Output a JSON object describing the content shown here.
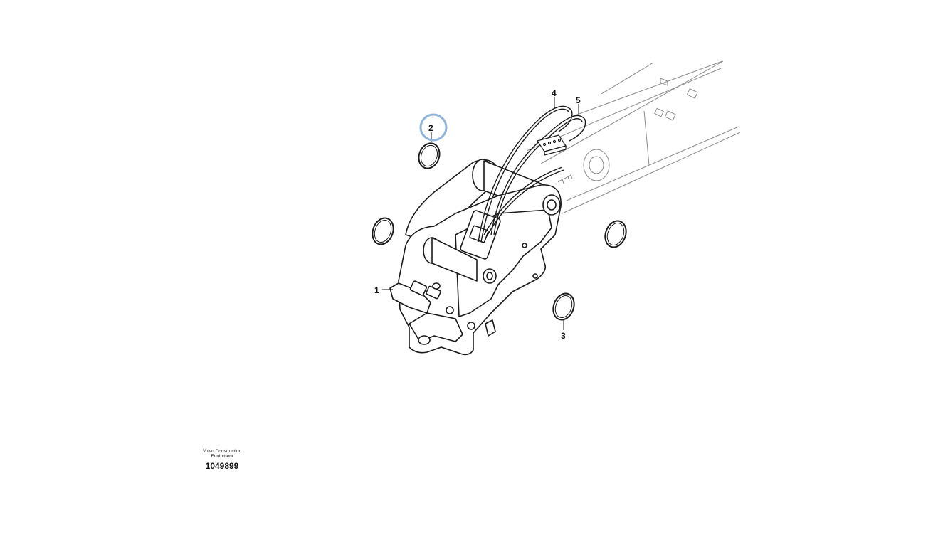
{
  "diagram": {
    "callouts": [
      "1",
      "2",
      "3",
      "4",
      "5"
    ],
    "highlighted_callout": "2",
    "highlight_color": "#8fb3d9",
    "line_color": "#1a1a1a",
    "boom_line_color": "#8a8a8a"
  },
  "credit": {
    "line1": "Volvo Construction",
    "line2": "Equipment",
    "figure_number": "1049899"
  }
}
